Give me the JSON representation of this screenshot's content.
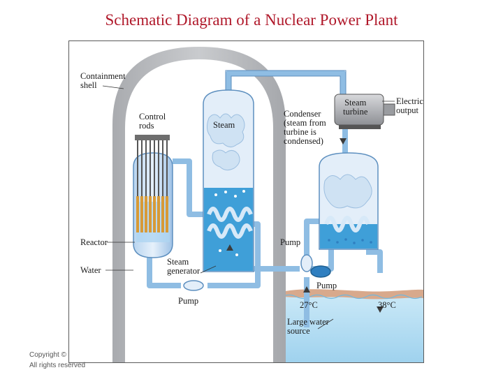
{
  "title": "Schematic Diagram of a Nuclear Power Plant",
  "labels": {
    "containment_shell": "Containment\nshell",
    "control_rods": "Control\nrods",
    "steam": "Steam",
    "reactor": "Reactor",
    "water": "Water",
    "steam_generator": "Steam\ngenerator",
    "pump_bottom": "Pump",
    "condenser": "Condenser\n(steam from\nturbine is\ncondensed)",
    "steam_turbine": "Steam\nturbine",
    "electrical_output": "Electrical\noutput",
    "pump_middle": "Pump",
    "pump_right": "Pump",
    "temp_cold": "27°C",
    "temp_hot": "38°C",
    "water_source": "Large water\nsource"
  },
  "copyright": "Copyright ©\nAll rights reserved",
  "colors": {
    "title": "#b0182a",
    "containment": "#c4c6c9",
    "pipe": "#8fbde3",
    "water": "#3f9fd8",
    "lake": "#b6dff3",
    "ground": "#d8a98c",
    "fuel": "#d79a37"
  }
}
